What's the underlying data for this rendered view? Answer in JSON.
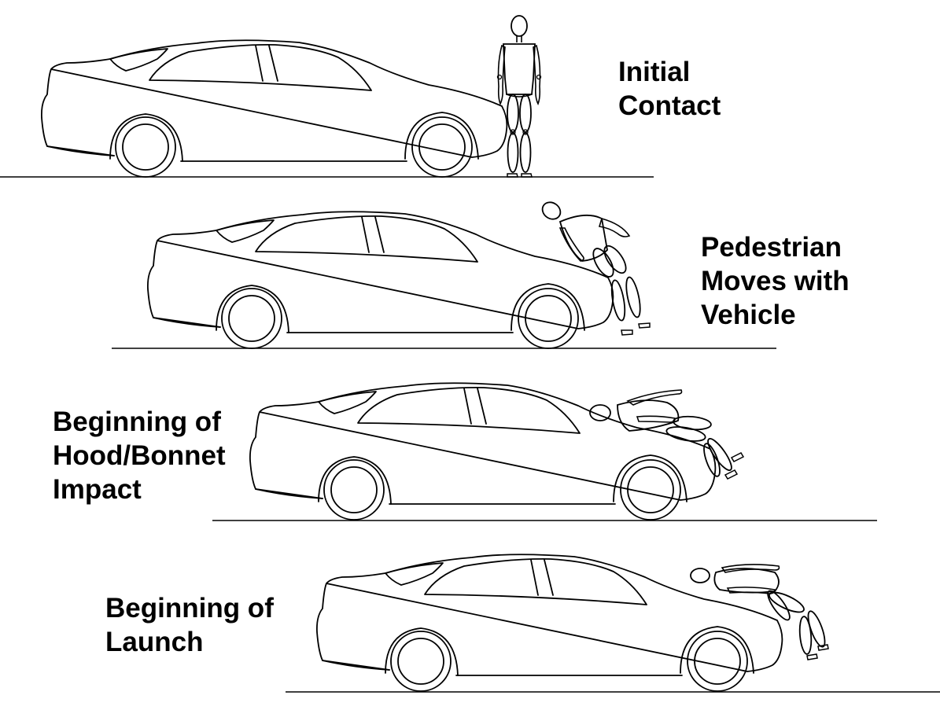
{
  "stages": [
    {
      "caption_lines": [
        "Initial",
        "Contact"
      ]
    },
    {
      "caption_lines": [
        "Pedestrian",
        "Moves with",
        "Vehicle"
      ]
    },
    {
      "caption_lines": [
        "Beginning of",
        "Hood/Bonnet",
        "Impact"
      ]
    },
    {
      "caption_lines": [
        "Beginning of",
        "Launch"
      ]
    }
  ],
  "colors": {
    "line": "#000000",
    "background": "#ffffff"
  },
  "icons": {
    "vehicle": "sedan-side-view-icon",
    "pedestrian": "crash-test-dummy-icon"
  }
}
